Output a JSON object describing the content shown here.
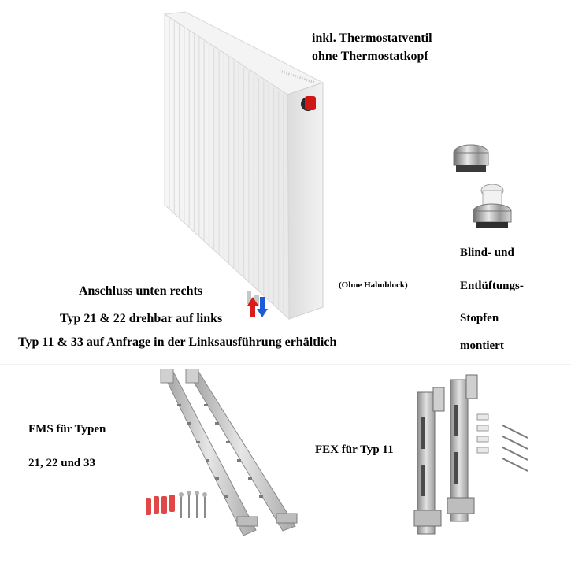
{
  "radiator": {
    "valve_note_line1": "inkl. Thermostatventil",
    "valve_note_line2": "ohne Thermostatkopf",
    "no_valve_block_note": "(Ohne Hahnblock)"
  },
  "connection": {
    "line1": "Anschluss unten rechts",
    "line2": "Typ 21 & 22 drehbar auf links",
    "line3": "Typ 11 & 33 auf Anfrage in der Linksausführung erhältlich",
    "arrow_colors": {
      "up": "#d81b1b",
      "down": "#1e5bd8"
    }
  },
  "plugs": {
    "label_line1": "Blind- und",
    "label_line2": "Entlüftungs-",
    "label_line3": "Stopfen",
    "label_line4": "montiert"
  },
  "fms": {
    "label_line1": "FMS für Typen",
    "label_line2": "21, 22 und 33"
  },
  "fex": {
    "label": "FEX für Typ 11"
  },
  "colors": {
    "valve_cap": "#d11616",
    "screw_plug": "#e04848"
  }
}
